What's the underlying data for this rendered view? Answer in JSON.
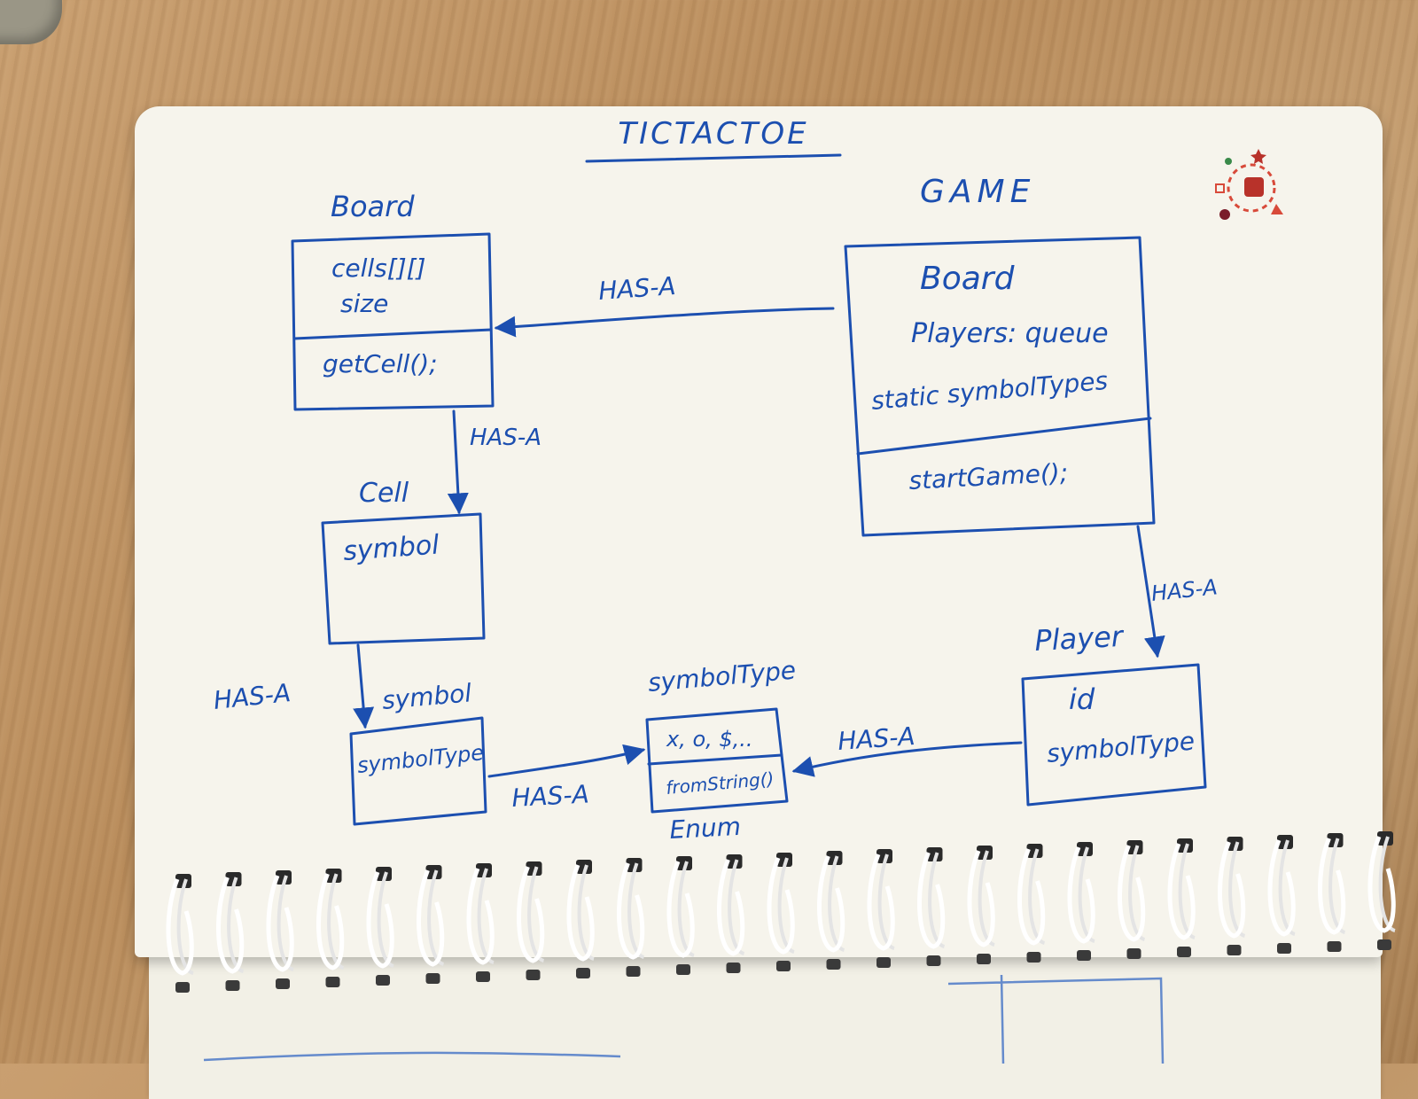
{
  "title": "TICTACTOE",
  "classes": {
    "board": {
      "name": "Board",
      "fields": [
        "cells[][]",
        "size"
      ],
      "methods": [
        "getCell();"
      ]
    },
    "game": {
      "name": "GAME",
      "fields": [
        "Board",
        "Players: queue",
        "static symbolTypes"
      ],
      "methods": [
        "startGame();"
      ]
    },
    "cell": {
      "name": "Cell",
      "fields": [
        "symbol"
      ]
    },
    "symbol": {
      "name": "symbol",
      "fields": [
        "symbolType"
      ]
    },
    "symboltype": {
      "name": "symbolType",
      "fields": [
        "x, o, $,.."
      ],
      "methods": [
        "fromString()"
      ],
      "stereotype": "Enum"
    },
    "player": {
      "name": "Player",
      "fields": [
        "id",
        "symbolType"
      ]
    }
  },
  "relations": {
    "game_board": "HAS-A",
    "board_cell": "HAS-A",
    "cell_symbol": "HAS-A",
    "symbol_symboltype": "HAS-A",
    "player_symboltype": "HAS-A",
    "game_player": "HAS-A"
  },
  "colors": {
    "ink": "#1c4fb0",
    "paper": "#f6f4ec",
    "wood": "#c49a69"
  },
  "icons": [
    "sticker-icon",
    "spiral-binding-icon"
  ]
}
